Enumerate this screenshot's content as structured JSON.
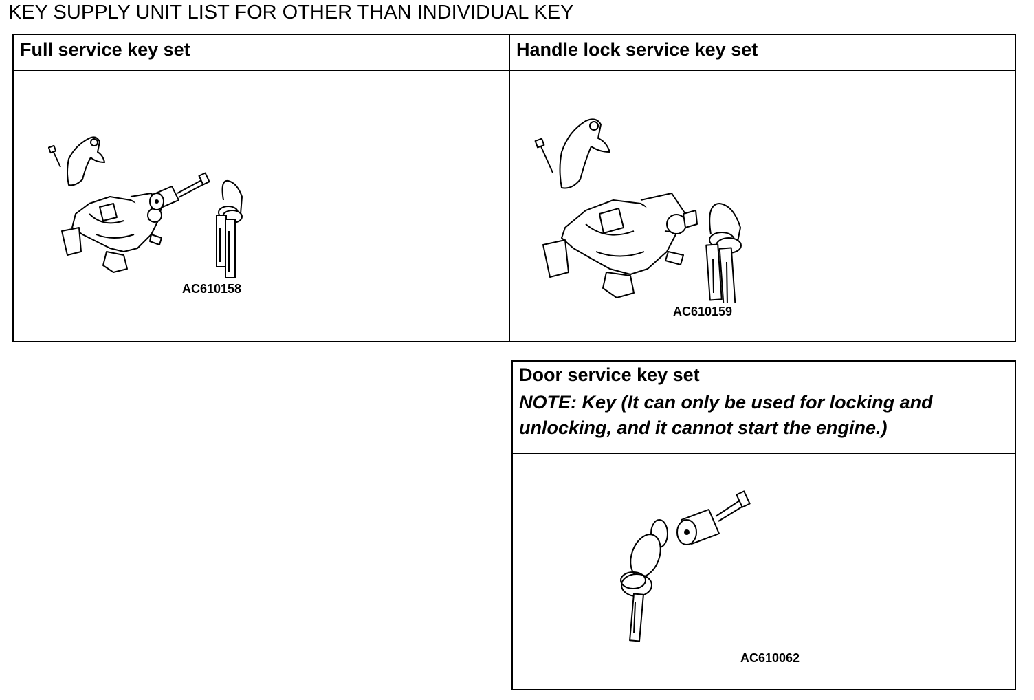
{
  "page": {
    "title": "KEY SUPPLY UNIT LIST FOR OTHER THAN INDIVIDUAL KEY"
  },
  "sets": {
    "full": {
      "heading": "Full service key set",
      "figure_code": "AC610158"
    },
    "handle_lock": {
      "heading": "Handle lock service key set",
      "figure_code": "AC610159"
    },
    "door": {
      "heading": "Door service key set",
      "note": "NOTE: Key (It can only be used for locking and unlocking, and it cannot start the engine.)",
      "figure_code": "AC610062"
    }
  },
  "icons": [
    "steering-lock-assembly-icon",
    "door-lock-cylinder-icon",
    "key-ring-icon"
  ]
}
